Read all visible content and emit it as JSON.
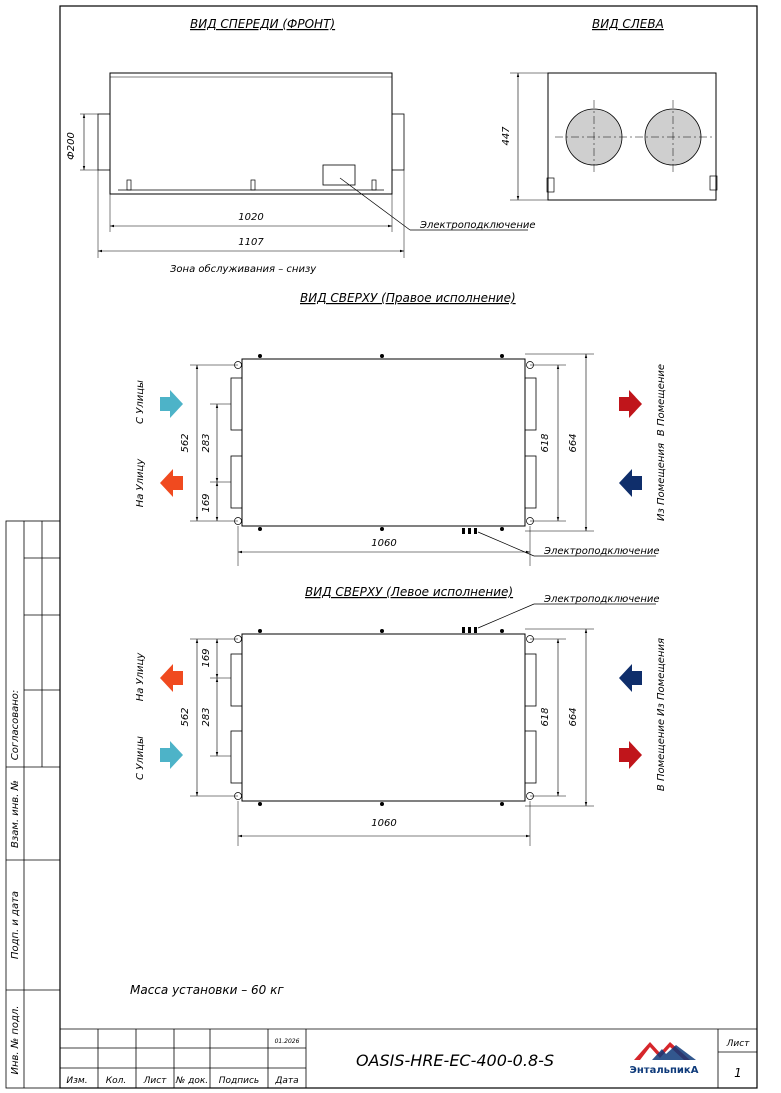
{
  "views": {
    "front_title": "ВИД СПЕРЕДИ (ФРОНТ)",
    "left_title": "ВИД СЛЕВА",
    "top_right_title": "ВИД СВЕРХУ (Правое исполнение)",
    "top_left_title": "ВИД СВЕРХУ (Левое исполнение)"
  },
  "front": {
    "dim_diameter": "Ф200",
    "dim_inner": "1020",
    "dim_outer": "1107",
    "service_zone": "Зона обслуживания – снизу",
    "electrical": "Электроподключение"
  },
  "side": {
    "dim_height": "447"
  },
  "top_right": {
    "label_from_street": "С Улицы",
    "label_to_street": "На Улицу",
    "label_to_room": "В Помещение",
    "label_from_room": "Из Помещения",
    "dim_562": "562",
    "dim_283": "283",
    "dim_169": "169",
    "dim_618": "618",
    "dim_664": "664",
    "dim_1060": "1060",
    "electrical": "Электроподключение"
  },
  "top_left": {
    "label_from_street": "С Улицы",
    "label_to_street": "На Улицу",
    "label_to_room": "В Помещение",
    "label_from_room": "Из Помещения",
    "dim_562": "562",
    "dim_283": "283",
    "dim_169": "169",
    "dim_618": "618",
    "dim_664": "664",
    "dim_1060": "1060",
    "electrical": "Электроподключение"
  },
  "mass_note": "Масса установки – 60 кг",
  "side_stamp": {
    "agreed": "Согласовано:",
    "inv_sub": "Взам. инв. №",
    "sign_date": "Подп. и дата",
    "inv_orig": "Инв. № подл."
  },
  "title_block": {
    "date": "01.2026",
    "col_izm": "Изм.",
    "col_kol": "Кол.",
    "col_list": "Лист",
    "col_ndoc": "№ док.",
    "col_sign": "Подпись",
    "col_date": "Дата",
    "designation": "OASIS-HRE-EC-400-0.8-S",
    "logo_text": "ЭнтальпикА",
    "sheet_label": "Лист",
    "sheet_number": "1"
  },
  "colors": {
    "supply_in": "#4db3c8",
    "exhaust_out": "#f04a1f",
    "supply_room": "#c0151b",
    "extract_room": "#0f2e6b",
    "fan_fill": "#cfcfcf",
    "logo_red": "#d6262b",
    "logo_blue": "#0e3a7a"
  }
}
